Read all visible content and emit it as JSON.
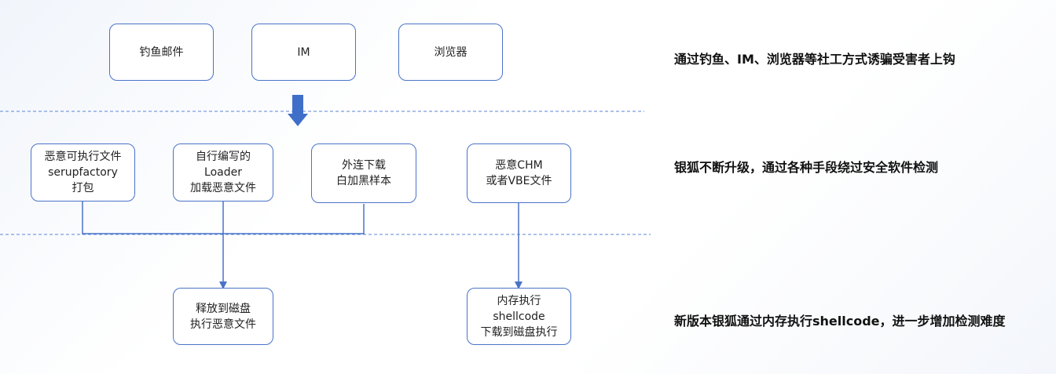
{
  "top_sources": [
    {
      "label": "钓鱼邮件"
    },
    {
      "label": "IM"
    },
    {
      "label": "浏览器"
    }
  ],
  "evasion_methods": [
    {
      "lines": [
        "恶意可执行文件",
        "serupfactory",
        "打包"
      ]
    },
    {
      "lines": [
        "自行编写的",
        "Loader",
        "加载恶意文件"
      ]
    },
    {
      "lines": [
        "外连下载",
        "白加黑样本"
      ]
    },
    {
      "lines": [
        "恶意CHM",
        "或者VBE文件"
      ]
    }
  ],
  "results": [
    {
      "lines": [
        "释放到磁盘",
        "执行恶意文件"
      ]
    },
    {
      "lines": [
        "内存执行",
        "shellcode",
        "下载到磁盘执行"
      ]
    }
  ],
  "descriptions": [
    "通过钓鱼、IM、浏览器等社工方式诱骗受害者上钩",
    "银狐不断升级，通过各种手段绕过安全软件检测",
    "新版本银狐通过内存执行shellcode，进一步增加检测难度"
  ],
  "colors": {
    "accent": "#4a73c8",
    "arrow": "#3f6fc9",
    "dashed": "#5b84d6"
  }
}
